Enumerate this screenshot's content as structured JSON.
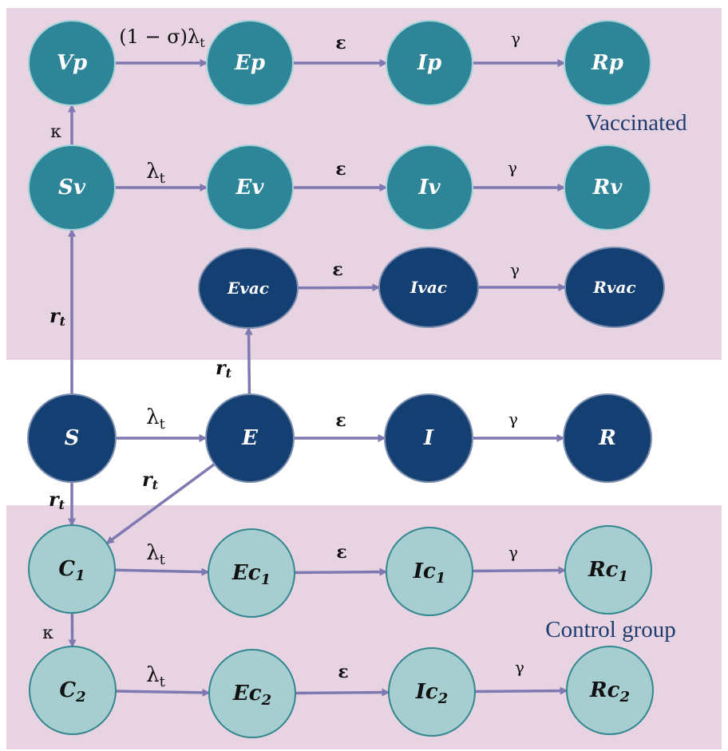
{
  "colors": {
    "region_bg": "#e8d3e2",
    "arrow": "#7f79b2",
    "node_teal": "#2f8598",
    "node_teal_stroke": "#a5d2d8",
    "node_navy": "#143f73",
    "node_navy_stroke": "#7d8fb0",
    "node_light": "#a6ced0",
    "node_light_stroke": "#33878f",
    "group_label": "#1f3c6e"
  },
  "groups": {
    "vaccinated": "Vaccinated",
    "control": "Control group"
  },
  "nodes": {
    "Vp": {
      "base": "Vp",
      "sub": ""
    },
    "Ep": {
      "base": "Ep",
      "sub": ""
    },
    "Ip": {
      "base": "Ip",
      "sub": ""
    },
    "Rp": {
      "base": "Rp",
      "sub": ""
    },
    "Sv": {
      "base": "Sv",
      "sub": ""
    },
    "Ev": {
      "base": "Ev",
      "sub": ""
    },
    "Iv": {
      "base": "Iv",
      "sub": ""
    },
    "Rv": {
      "base": "Rv",
      "sub": ""
    },
    "Evac": {
      "base": "Evac",
      "sub": ""
    },
    "Ivac": {
      "base": "Ivac",
      "sub": ""
    },
    "Rvac": {
      "base": "Rvac",
      "sub": ""
    },
    "S": {
      "base": "S",
      "sub": ""
    },
    "E": {
      "base": "E",
      "sub": ""
    },
    "I": {
      "base": "I",
      "sub": ""
    },
    "R": {
      "base": "R",
      "sub": ""
    },
    "C1": {
      "base": "C",
      "sub": "1"
    },
    "Ec1": {
      "base": "Ec",
      "sub": "1"
    },
    "Ic1": {
      "base": "Ic",
      "sub": "1"
    },
    "Rc1": {
      "base": "Rc",
      "sub": "1"
    },
    "C2": {
      "base": "C",
      "sub": "2"
    },
    "Ec2": {
      "base": "Ec",
      "sub": "2"
    },
    "Ic2": {
      "base": "Ic",
      "sub": "2"
    },
    "Rc2": {
      "base": "Rc",
      "sub": "2"
    }
  },
  "rates": {
    "lambda_partial": {
      "base": "(1 − σ)λ",
      "sub": "t"
    },
    "lambda": {
      "base": "λ",
      "sub": "t"
    },
    "epsilon": {
      "base": "ε",
      "sub": ""
    },
    "gamma": {
      "base": "γ",
      "sub": ""
    },
    "kappa": {
      "base": "κ",
      "sub": ""
    },
    "r": {
      "base": "r",
      "sub": "t"
    }
  }
}
